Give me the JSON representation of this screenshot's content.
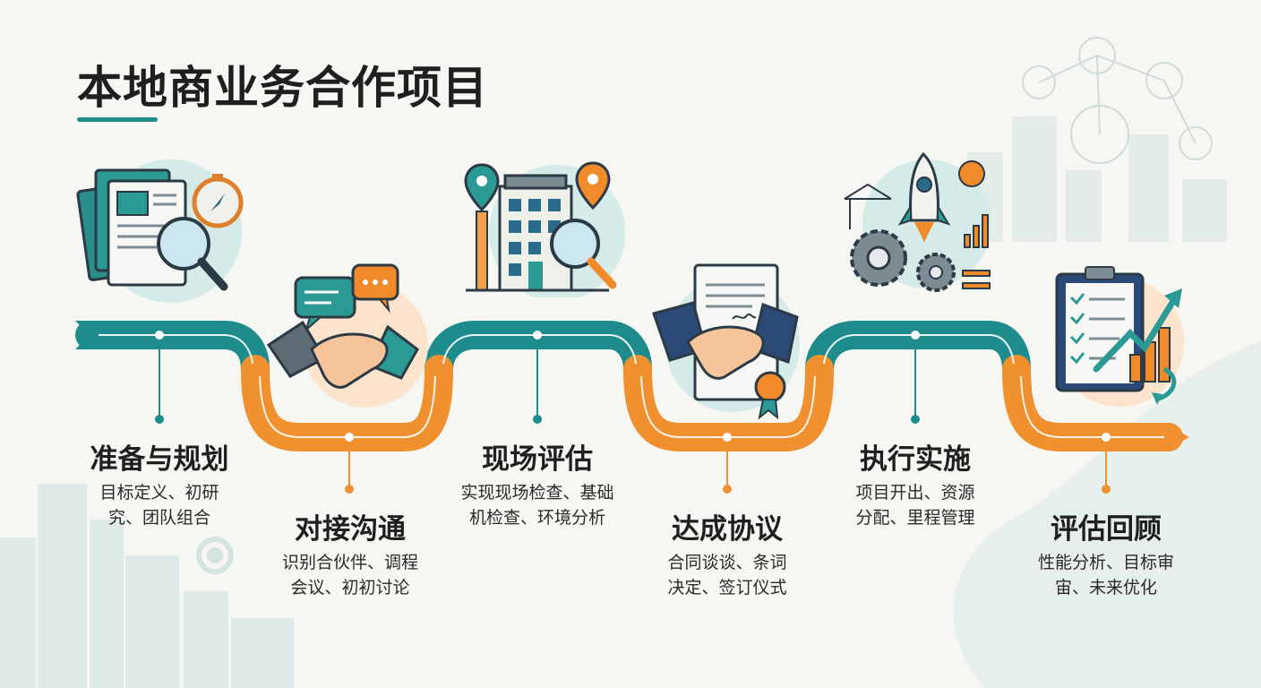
{
  "title": "本地商业务合作项目",
  "accent_teal": "#1e8c8c",
  "accent_orange": "#f0902f",
  "steps": [
    {
      "title": "准备与规划",
      "desc_lines": [
        "目标定义、初研",
        "究、团队组合"
      ],
      "icon": "documents-magnifier-compass-icon"
    },
    {
      "title": "对接沟通",
      "desc_lines": [
        "识别合伙伴、调程",
        "会议、初初讨论"
      ],
      "icon": "handshake-chat-bubbles-icon"
    },
    {
      "title": "现场评估",
      "desc_lines": [
        "实现现场检查、基础",
        "机检查、环境分析"
      ],
      "icon": "building-inspection-icon"
    },
    {
      "title": "达成协议",
      "desc_lines": [
        "合同谈谈、条词",
        "决定、签订仪式"
      ],
      "icon": "contract-handshake-icon"
    },
    {
      "title": "执行实施",
      "desc_lines": [
        "项目开出、资源",
        "分配、里程管理"
      ],
      "icon": "rocket-gears-icon"
    },
    {
      "title": "评估回顾",
      "desc_lines": [
        "性能分析、目标审",
        "宙、未来优化"
      ],
      "icon": "checklist-growth-chart-icon"
    }
  ]
}
